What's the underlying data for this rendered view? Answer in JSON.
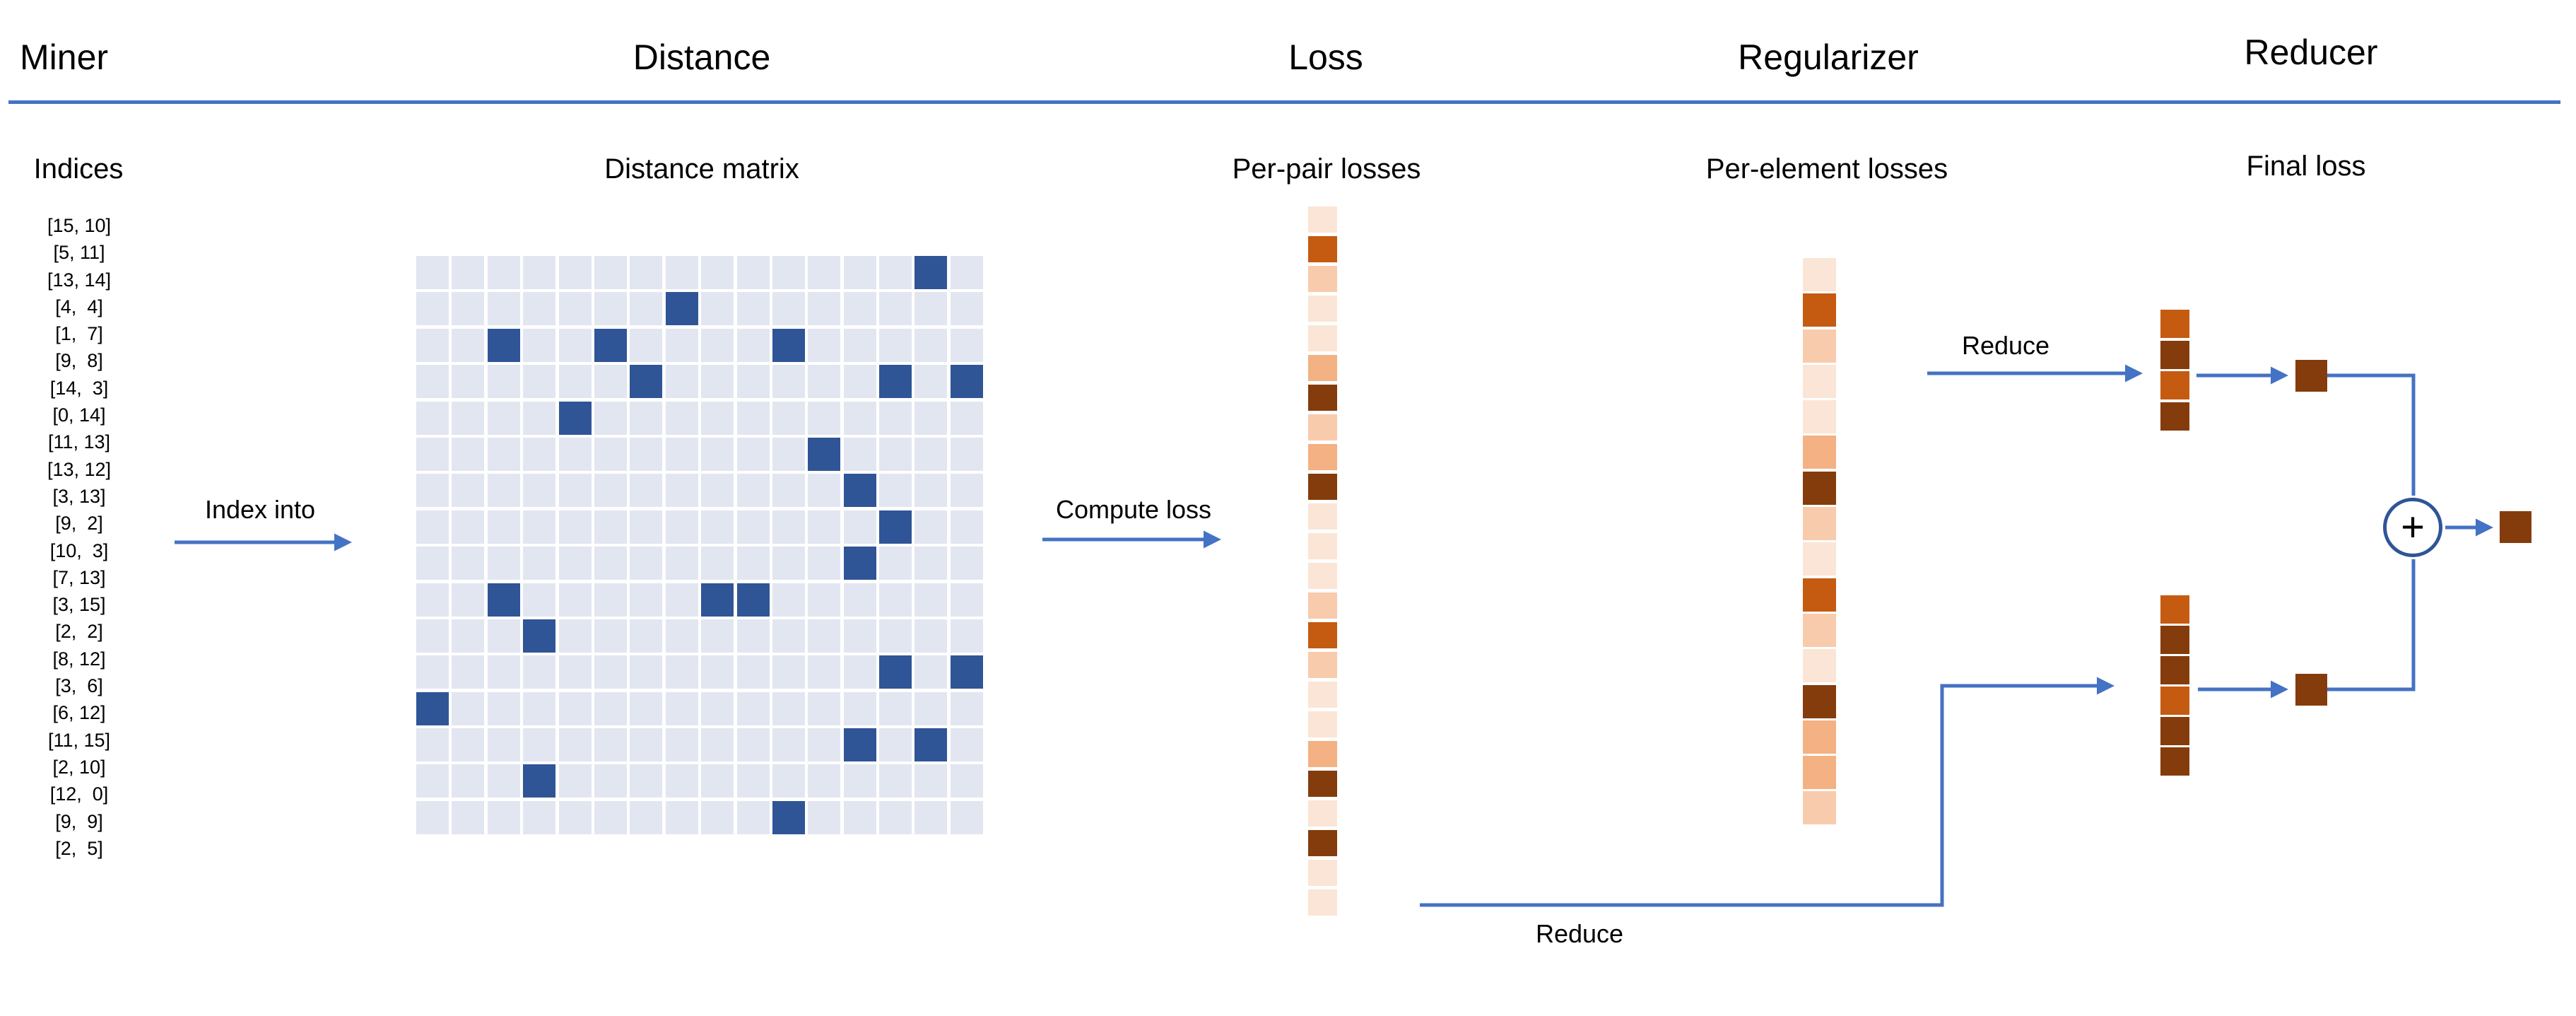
{
  "palette": {
    "accent_blue": "#4472C4",
    "dark_blue": "#2F5597",
    "matrix_cell_light": "#E2E6F0",
    "matrix_cell_dark": "#2F5597",
    "orange_levels": {
      "very-light": "#FBE5D6",
      "light": "#F8CBAD",
      "medium": "#F4B183",
      "strong": "#C55A11",
      "dark": "#843C0C"
    }
  },
  "stages": {
    "miner": "Miner",
    "distance": "Distance",
    "loss": "Loss",
    "regularizer": "Regularizer",
    "reducer": "Reducer"
  },
  "sublabels": {
    "indices": "Indices",
    "distance_matrix": "Distance matrix",
    "per_pair_losses": "Per-pair losses",
    "per_element_losses": "Per-element losses",
    "final_loss": "Final loss"
  },
  "flow_labels": {
    "index_into": "Index into",
    "compute_loss": "Compute loss",
    "reduce_top": "Reduce",
    "reduce_bottom": "Reduce",
    "plus": "+"
  },
  "miner": {
    "indices": [
      "[15, 10]",
      "[5, 11]",
      "[13, 14]",
      "[4,  4]",
      "[1,  7]",
      "[9,  8]",
      "[14,  3]",
      "[0, 14]",
      "[11, 13]",
      "[13, 12]",
      "[3, 13]",
      "[9,  2]",
      "[10,  3]",
      "[7, 13]",
      "[3, 15]",
      "[2,  2]",
      "[8, 12]",
      "[3,  6]",
      "[6, 12]",
      "[11, 15]",
      "[2, 10]",
      "[12,  0]",
      "[9,  9]",
      "[2,  5]"
    ]
  },
  "distance": {
    "rows": 16,
    "cols": 16,
    "dark_cells": [
      [
        15,
        10
      ],
      [
        5,
        11
      ],
      [
        13,
        14
      ],
      [
        4,
        4
      ],
      [
        1,
        7
      ],
      [
        9,
        8
      ],
      [
        14,
        3
      ],
      [
        0,
        14
      ],
      [
        11,
        13
      ],
      [
        13,
        12
      ],
      [
        3,
        13
      ],
      [
        9,
        2
      ],
      [
        10,
        3
      ],
      [
        7,
        13
      ],
      [
        3,
        15
      ],
      [
        2,
        2
      ],
      [
        8,
        12
      ],
      [
        3,
        6
      ],
      [
        6,
        12
      ],
      [
        11,
        15
      ],
      [
        2,
        10
      ],
      [
        12,
        0
      ],
      [
        9,
        9
      ],
      [
        2,
        5
      ]
    ]
  },
  "loss": {
    "per_pair_losses": [
      "very-light",
      "strong",
      "light",
      "very-light",
      "very-light",
      "medium",
      "dark",
      "light",
      "medium",
      "dark",
      "very-light",
      "very-light",
      "very-light",
      "light",
      "strong",
      "light",
      "very-light",
      "very-light",
      "medium",
      "dark",
      "very-light",
      "dark",
      "very-light",
      "very-light"
    ]
  },
  "regularizer": {
    "per_element_losses": [
      "very-light",
      "strong",
      "light",
      "very-light",
      "very-light",
      "medium",
      "dark",
      "light",
      "very-light",
      "strong",
      "light",
      "very-light",
      "dark",
      "medium",
      "medium",
      "light"
    ]
  },
  "reducer": {
    "upper_stack": [
      "strong",
      "dark",
      "strong",
      "dark"
    ],
    "lower_stack": [
      "strong",
      "dark",
      "dark",
      "strong",
      "dark",
      "dark"
    ],
    "upper_reduced_cell": "dark",
    "lower_reduced_cell": "dark",
    "final_cell": "dark"
  }
}
